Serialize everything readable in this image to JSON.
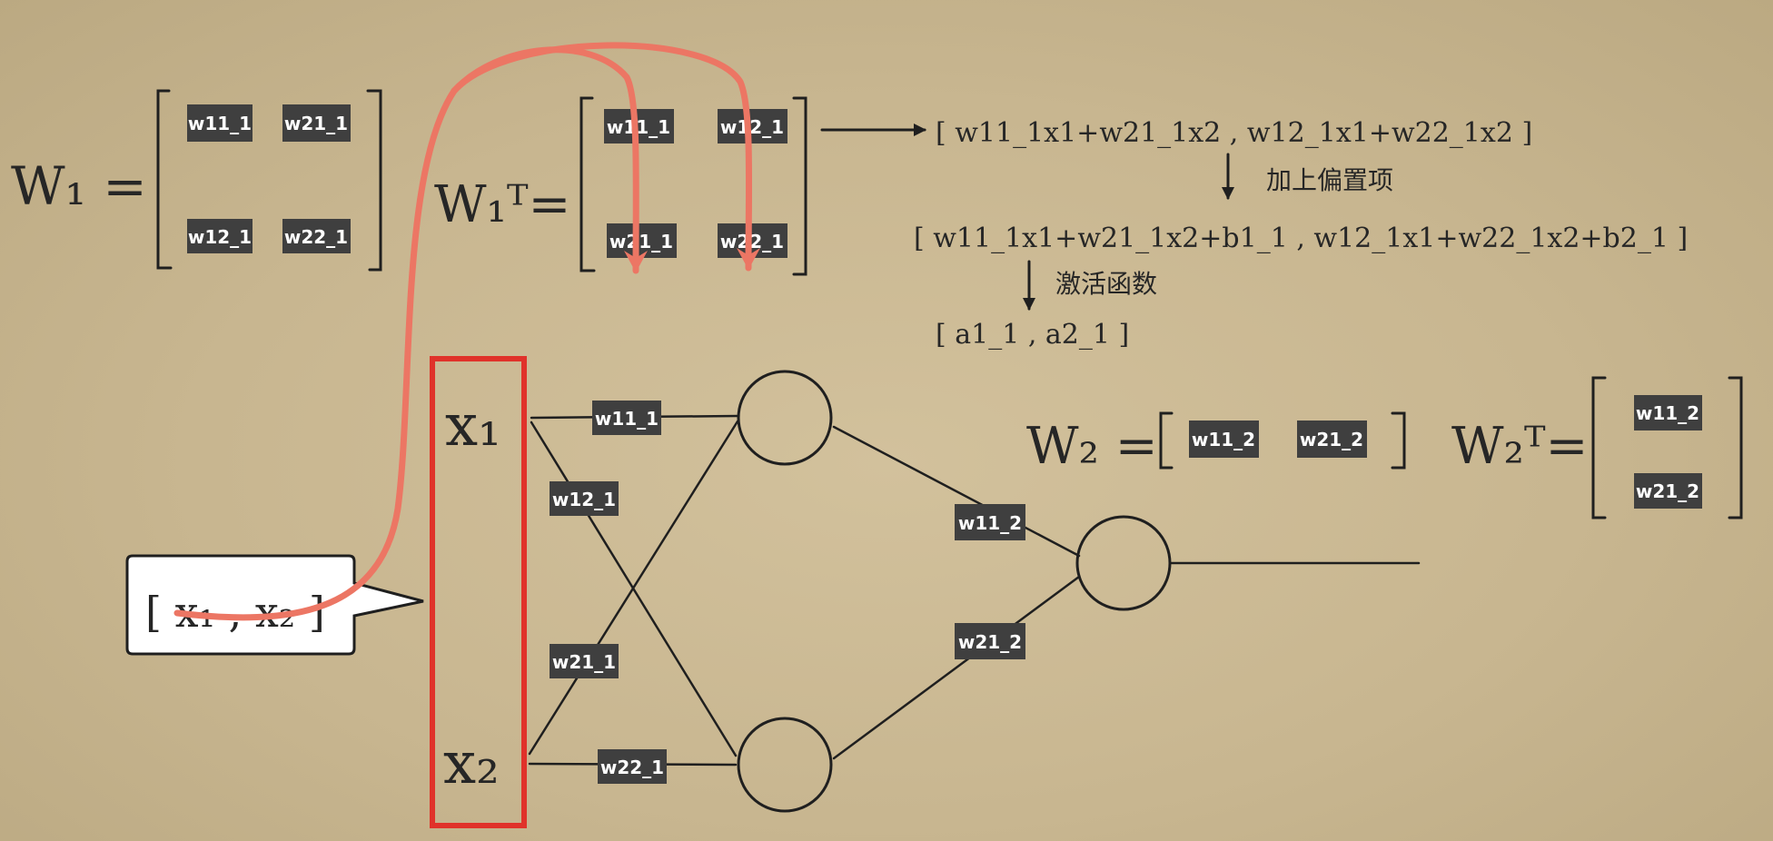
{
  "equations": {
    "w1_lhs": "W₁ =",
    "w1t_lhs": "W₁ᵀ=",
    "w2_lhs": "W₂ =",
    "w2t_lhs": "W₂ᵀ="
  },
  "matrices": {
    "w1": [
      "w11_1",
      "w21_1",
      "w12_1",
      "w22_1"
    ],
    "w1t": [
      "w11_1",
      "w12_1",
      "w21_1",
      "w22_1"
    ],
    "w2": [
      "w11_2",
      "w21_2"
    ],
    "w2t": [
      "w11_2",
      "w21_2"
    ]
  },
  "steps": {
    "product": "[ w11_1x1+w21_1x2 , w12_1x1+w22_1x2 ]",
    "bias_note": "加上偏置项",
    "with_bias": "[ w11_1x1+w21_1x2+b1_1 , w12_1x1+w22_1x2+b2_1 ]",
    "activation_note": "激活函数",
    "activated": "[ a1_1 , a2_1 ]"
  },
  "network": {
    "input_x1": "x₁",
    "input_x2": "x₂",
    "input_vector": "[ x₁ , x₂ ]",
    "edge_labels": {
      "e11_1": "w11_1",
      "e12_1": "w12_1",
      "e21_1": "w21_1",
      "e22_1": "w22_1",
      "e11_2": "w11_2",
      "e21_2": "w21_2"
    }
  },
  "colors": {
    "highlight_box": "#e0322a",
    "flow_arrow": "#ec7664",
    "label_bg": "#3f3f3f"
  }
}
